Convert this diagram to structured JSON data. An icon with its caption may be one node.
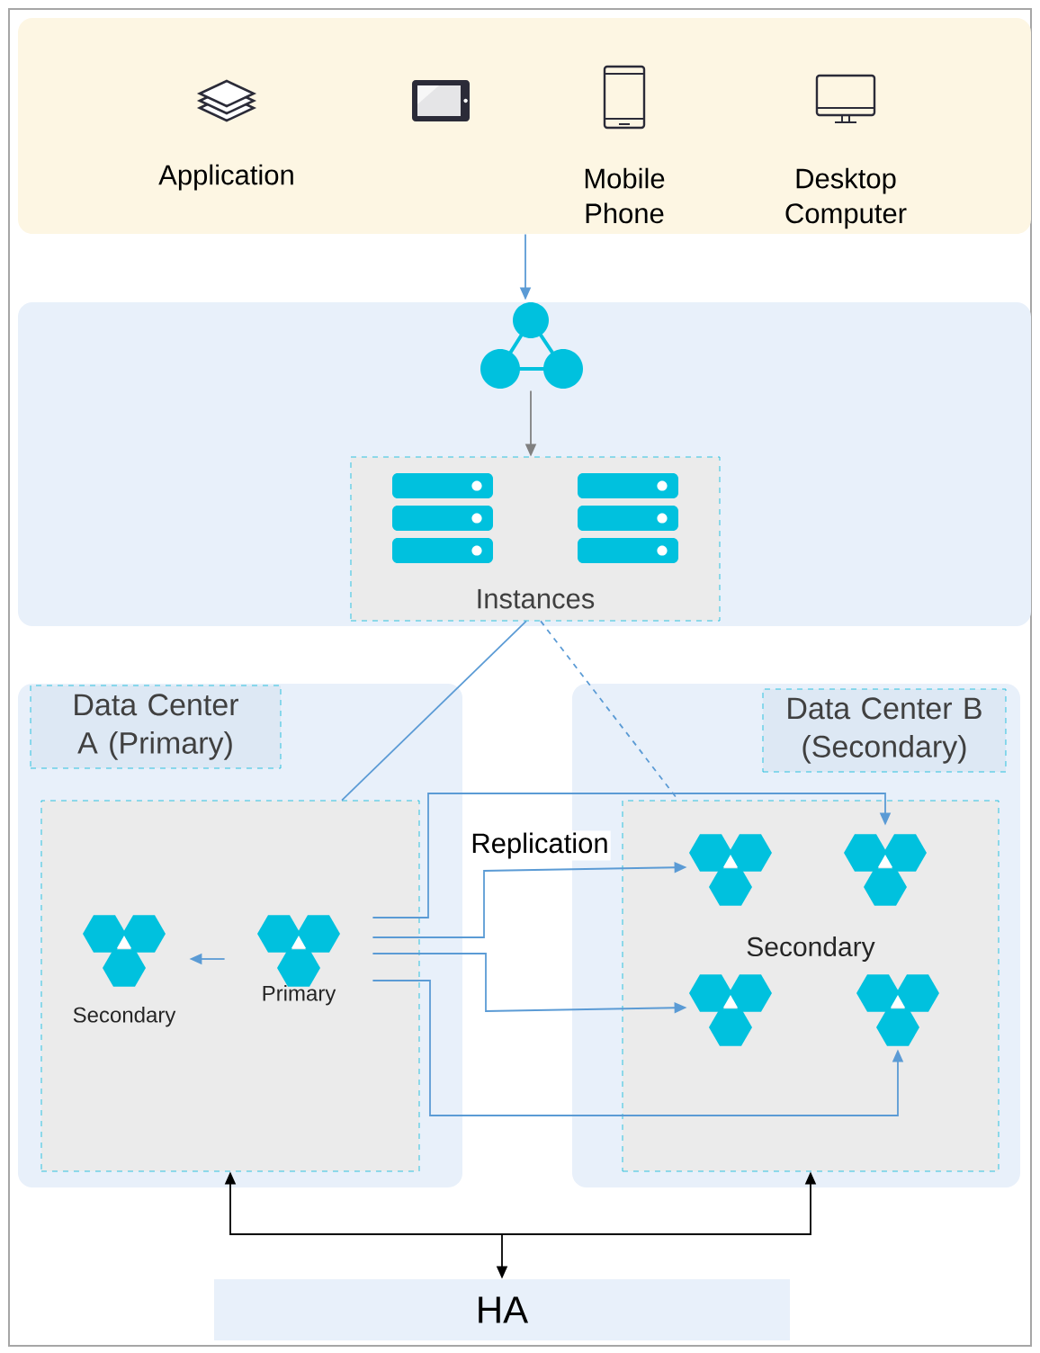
{
  "diagram": {
    "nodes": [
      {
        "text": [],
        "shape": "box"
      },
      {
        "text": [
          "Application"
        ],
        "in": 0
      },
      {
        "text": [],
        "shape": "picture",
        "in": 0
      },
      {
        "text": [
          "Mobile Phone"
        ],
        "in": 0
      },
      {
        "text": [
          "Desktop Computer"
        ],
        "in": 0
      },
      {
        "text": [],
        "shape": "box"
      },
      {
        "text": [],
        "shape": "picture",
        "in": 5
      },
      {
        "text": [
          "Instances"
        ],
        "in": 5
      },
      {
        "text": [],
        "shape": "box"
      },
      {
        "text": [
          "Data Center A (Primary)"
        ],
        "in": 8
      },
      {
        "text": [],
        "shape": "box",
        "in": 8
      },
      {
        "text": [
          "Secondary"
        ],
        "in": 10
      },
      {
        "text": [
          "Primary"
        ],
        "in": 10
      },
      {
        "text": [],
        "shape": "box"
      },
      {
        "text": [
          "Data Center B (Secondary)"
        ],
        "in": 13
      },
      {
        "text": [
          "Secondary"
        ],
        "in": 13
      },
      {
        "text": [],
        "shape": "picture",
        "in": 15
      },
      {
        "text": [],
        "shape": "picture",
        "in": 15
      },
      {
        "text": [],
        "shape": "picture",
        "in": 15
      },
      {
        "text": [],
        "shape": "picture",
        "in": 15
      },
      {
        "text": [
          "HA"
        ]
      }
    ],
    "edges": [
      {
        "from": 0,
        "to": 6,
        "arrow": "to"
      },
      {
        "from": 6,
        "to": 7,
        "arrow": "to",
        "color": "#808080"
      },
      {
        "from": 7,
        "to": 10,
        "arrow": "none"
      },
      {
        "from": 7,
        "to": 15,
        "arrow": "none",
        "style": "dashed"
      },
      {
        "from": 12,
        "to": 11,
        "arrow": "to"
      },
      {
        "from": 12,
        "to": 16,
        "arrow": "to",
        "label": "Replication"
      },
      {
        "from": 12,
        "to": 17,
        "arrow": "to"
      },
      {
        "from": 12,
        "to": 18,
        "arrow": "to"
      },
      {
        "from": 12,
        "to": 19,
        "arrow": "to"
      },
      {
        "from": 10,
        "to": 20,
        "arrow": "both",
        "color": "#000000"
      },
      {
        "from": 15,
        "to": 20,
        "arrow": "both",
        "color": "#000000"
      }
    ]
  }
}
